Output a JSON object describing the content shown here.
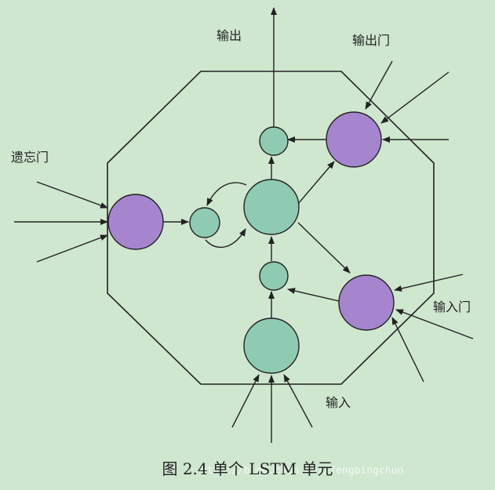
{
  "labels": {
    "output": "输出",
    "output_gate": "输出门",
    "forget_gate": "遗忘门",
    "input_gate": "输入门",
    "input": "输入"
  },
  "caption": "图 2.4   单个 LSTM 单元",
  "watermark": "http://blog.csdn.net/fengbingchun",
  "colors": {
    "background": "#cfe6cf",
    "cell_fill": "#8fcbb3",
    "gate_fill": "#a685cf",
    "stroke": "#222222"
  }
}
